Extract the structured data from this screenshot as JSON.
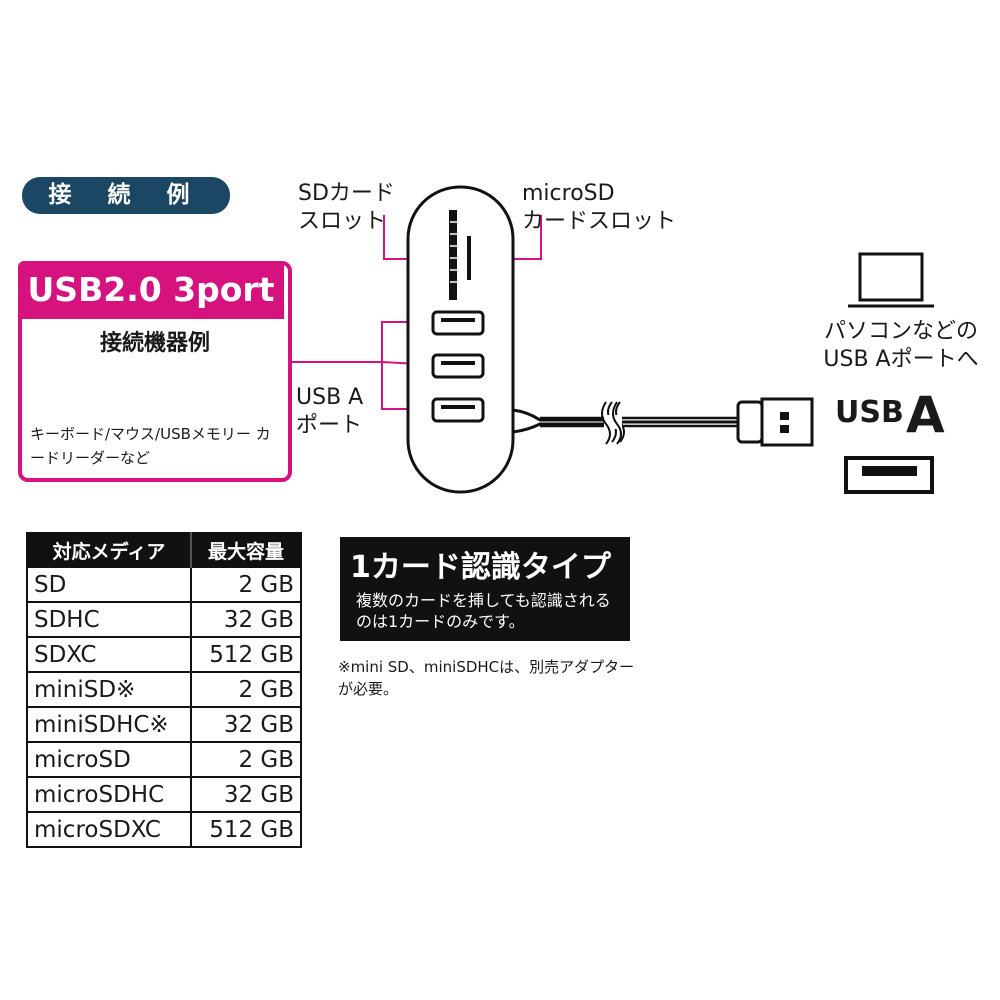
{
  "example_badge": "接 続 例",
  "port_box": {
    "title": "USB2.0 3port",
    "devices_title": "接続機器例",
    "devices_text": "キーボード/マウス/USBメモリー カードリーダーなど"
  },
  "labels": {
    "sd_slot": "SDカード\nスロット",
    "microsd_slot": "microSD\nカードスロット",
    "usb_a_port": "USB A\nポート",
    "pc": "パソコンなどの\nUSB Aポートへ",
    "usb_a_label": "USB",
    "usb_a_letter": "A"
  },
  "media_table": {
    "headers": [
      "対応メディア",
      "最大容量"
    ],
    "rows": [
      {
        "name": "SD",
        "cap": "2 GB"
      },
      {
        "name": "SDHC",
        "cap": "32 GB"
      },
      {
        "name": "SDXC",
        "cap": "512 GB"
      },
      {
        "name": "miniSD※",
        "cap": "2 GB"
      },
      {
        "name": "miniSDHC※",
        "cap": "32 GB"
      },
      {
        "name": "microSD",
        "cap": "2 GB"
      },
      {
        "name": "microSDHC",
        "cap": "32 GB"
      },
      {
        "name": "microSDXC",
        "cap": "512 GB"
      }
    ]
  },
  "single_card": {
    "title": "1カード認識タイプ",
    "text": "複数のカードを挿しても認識されるのは1カードのみです。"
  },
  "note": "※mini SD、miniSDHCは、別売アダプターが必要。",
  "colors": {
    "accent_magenta": "#d6127f",
    "badge_navy": "#1b4664"
  }
}
